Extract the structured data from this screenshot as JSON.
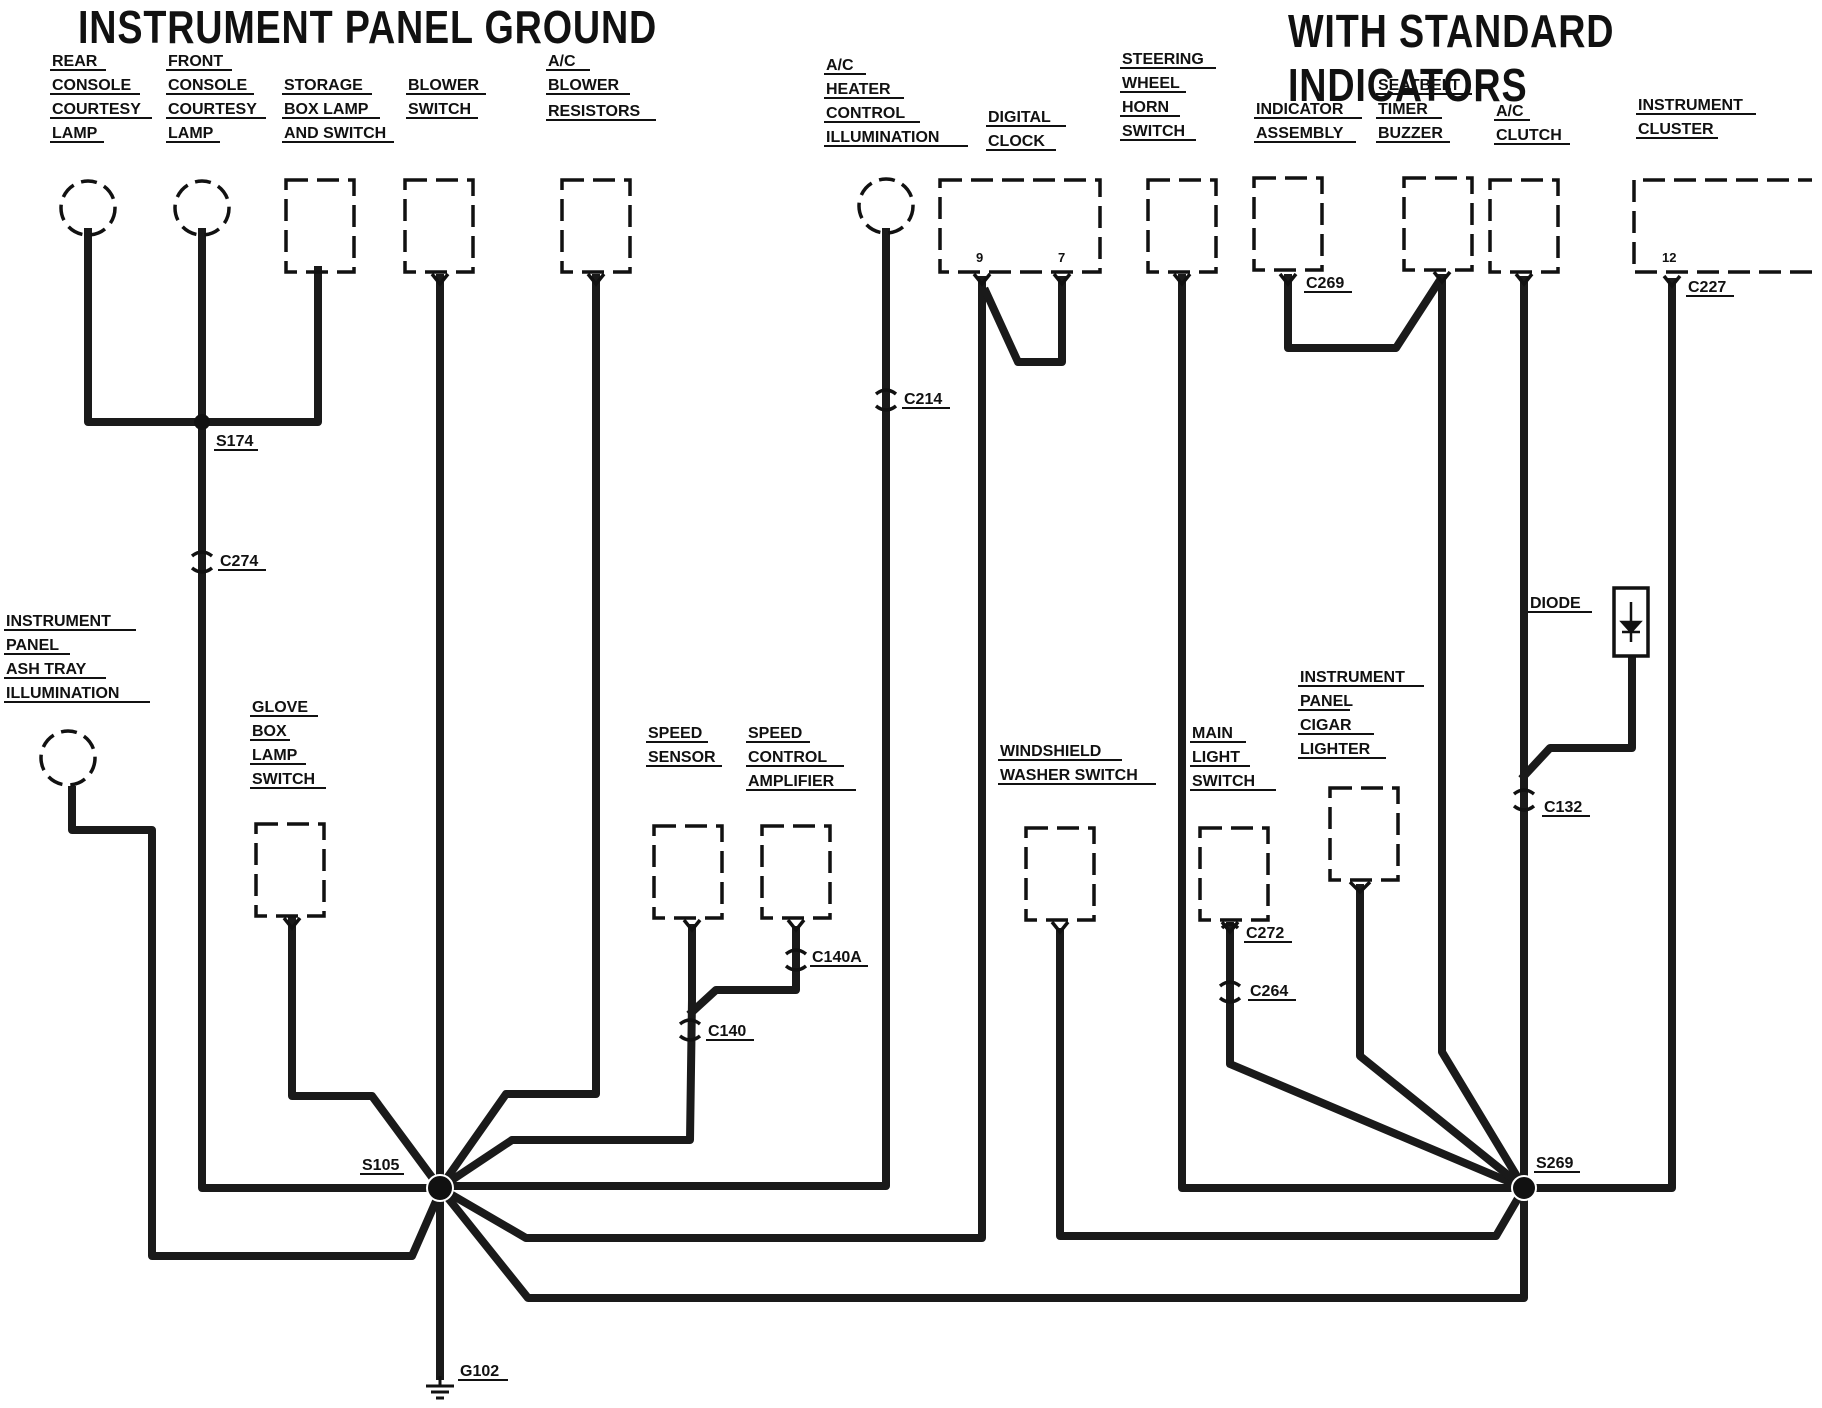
{
  "titles": {
    "left": "INSTRUMENT PANEL GROUND",
    "right": "WITH STANDARD INDICATORS"
  },
  "components": {
    "rear_console": [
      "REAR",
      "CONSOLE",
      "COURTESY",
      "LAMP"
    ],
    "front_console": [
      "FRONT",
      "CONSOLE",
      "COURTESY",
      "LAMP"
    ],
    "storage_box": [
      "STORAGE",
      "BOX LAMP",
      "AND SWITCH"
    ],
    "blower_switch": [
      "BLOWER",
      "SWITCH"
    ],
    "ac_blower_resistors": [
      "A/C",
      "BLOWER",
      "RESISTORS"
    ],
    "ac_heater_control": [
      "A/C",
      "HEATER",
      "CONTROL",
      "ILLUMINATION"
    ],
    "digital_clock": [
      "DIGITAL",
      "CLOCK"
    ],
    "steering_wheel_horn": [
      "STEERING",
      "WHEEL",
      "HORN",
      "SWITCH"
    ],
    "indicator_assembly": [
      "INDICATOR",
      "ASSEMBLY"
    ],
    "seatbelt_timer": [
      "SEATBELT",
      "TIMER",
      "BUZZER"
    ],
    "ac_clutch": [
      "A/C",
      "CLUTCH"
    ],
    "instrument_cluster": [
      "INSTRUMENT",
      "CLUSTER"
    ],
    "ash_tray": [
      "INSTRUMENT",
      "PANEL",
      "ASH TRAY",
      "ILLUMINATION"
    ],
    "glove_box": [
      "GLOVE",
      "BOX",
      "LAMP",
      "SWITCH"
    ],
    "speed_sensor": [
      "SPEED",
      "SENSOR"
    ],
    "speed_control": [
      "SPEED",
      "CONTROL",
      "AMPLIFIER"
    ],
    "windshield_washer": [
      "WINDSHIELD",
      "WASHER SWITCH"
    ],
    "main_light": [
      "MAIN",
      "LIGHT",
      "SWITCH"
    ],
    "cigar_lighter": [
      "INSTRUMENT",
      "PANEL",
      "CIGAR",
      "LIGHTER"
    ],
    "diode": [
      "DIODE"
    ]
  },
  "pins": {
    "clock_a": "9",
    "clock_b": "7",
    "cluster": "12"
  },
  "connectors": {
    "S174": "S174",
    "C274": "C274",
    "C214": "C214",
    "C269": "C269",
    "C227": "C227",
    "C132": "C132",
    "C140": "C140",
    "C140A": "C140A",
    "C272": "C272",
    "C264": "C264",
    "S105": "S105",
    "S269": "S269",
    "G102": "G102"
  }
}
